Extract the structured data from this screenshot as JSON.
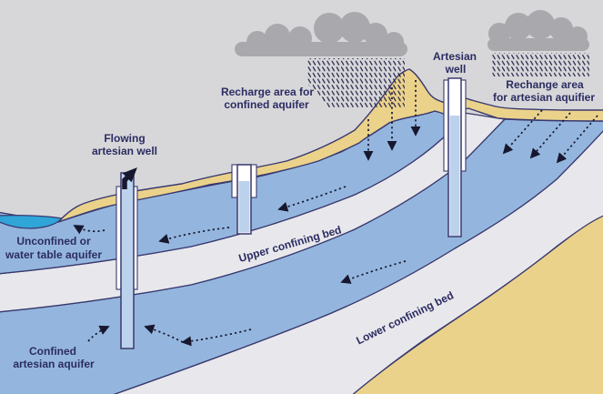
{
  "labels": {
    "flowing_well": {
      "line1": "Flowing",
      "line2": "artesian well"
    },
    "recharge_confined": {
      "line1": "Recharge area for",
      "line2": "confined aquifer"
    },
    "artesian_well": {
      "line1": "Artesian",
      "line2": "well"
    },
    "recharge_artesian": {
      "line1": "Rechange area",
      "line2": "for artesian aquifier"
    },
    "unconfined": {
      "line1": "Unconfined or",
      "line2": "water table aquifer"
    },
    "upper_bed": "Upper confining bed",
    "confined": {
      "line1": "Confined",
      "line2": "artesian aquifer"
    },
    "lower_bed": "Lower confining bed"
  },
  "colors": {
    "sky": "#d7d7da",
    "cloud": "#a9a9ad",
    "soil": "#ebd28b",
    "bedrock": "#ebd28b",
    "aquifer": "#94b6de",
    "bed_white": "#e8e8ec",
    "pond": "#2fa5d8",
    "pipe_water": "#bcd2ec",
    "well_white": "#ffffff",
    "outline": "#39396f",
    "text": "#2c2c62",
    "arrow": "#17172f",
    "rain": "#26264a"
  }
}
